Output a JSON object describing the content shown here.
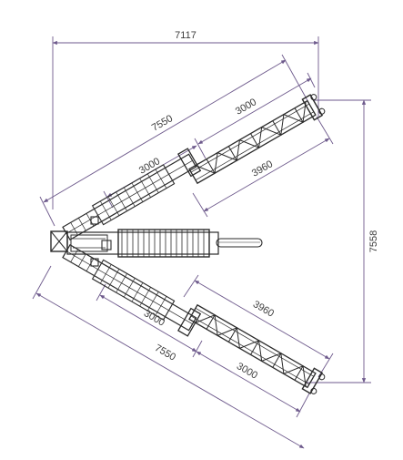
{
  "drawing": {
    "dimensions": {
      "overall_width": "7117",
      "overall_height": "7558",
      "upper_total_length": "7550",
      "upper_outer_segment": "3000",
      "upper_inner_segment": "3000",
      "upper_truss_length": "3960",
      "lower_truss_length": "3960",
      "lower_inner_segment": "3000",
      "lower_total_length": "7550",
      "lower_outer_segment": "3000"
    },
    "colors": {
      "dimension_line": "#6e5a8c",
      "structure": "#2a2a2a",
      "background": "#ffffff"
    }
  }
}
